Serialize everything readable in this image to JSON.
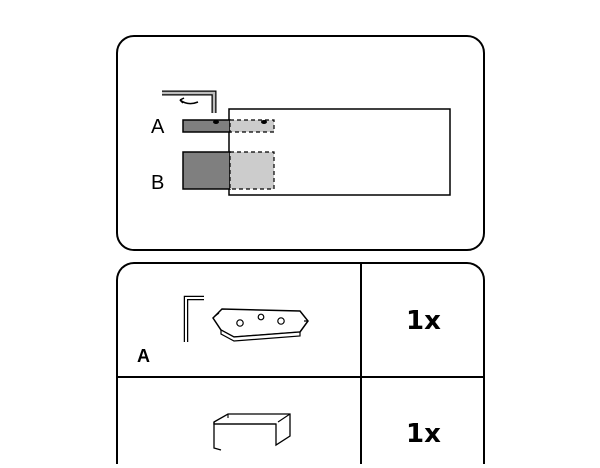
{
  "diagram": {
    "top_panel": {
      "labels": {
        "a": "A",
        "b": "B"
      }
    },
    "parts_table": {
      "rows": [
        {
          "label": "A",
          "quantity": "1x",
          "part": "hex-key-and-mounting-plate"
        },
        {
          "label": "",
          "quantity": "1x",
          "part": "u-channel-bracket"
        }
      ]
    },
    "colors": {
      "stroke": "#000000",
      "dark_fill": "#7f7f7f",
      "light_fill": "#cccccc",
      "background": "#ffffff"
    }
  }
}
